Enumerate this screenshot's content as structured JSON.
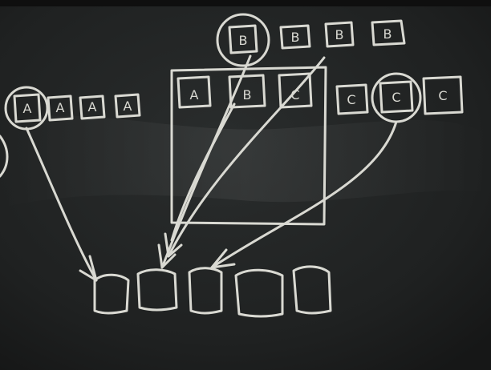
{
  "scene": {
    "kind": "chalkboard-photo",
    "colors": {
      "board": "#1f2121",
      "chalk": "#d9d9d2"
    }
  },
  "sketch": {
    "row_left": [
      "A",
      "A",
      "A",
      "A"
    ],
    "row_box": [
      "A",
      "B",
      "C"
    ],
    "row_top": [
      "B",
      "B",
      "B",
      "B"
    ],
    "row_right": [
      "C",
      "C",
      "C"
    ],
    "bottom_slots_count": 5
  }
}
